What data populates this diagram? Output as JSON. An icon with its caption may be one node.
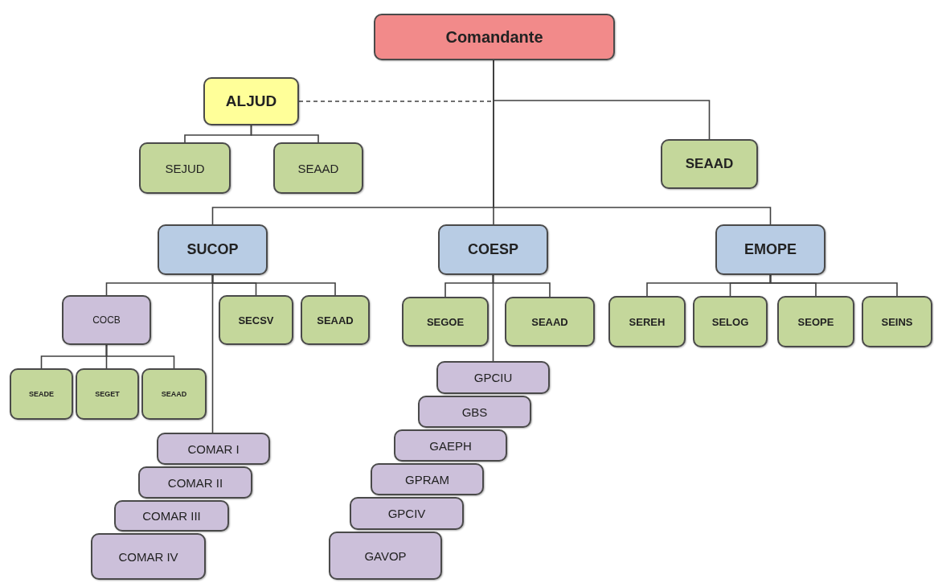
{
  "diagram": {
    "nodes": [
      {
        "text": [
          "Comandante"
        ]
      },
      {
        "text": [
          "ALJUD"
        ]
      },
      {
        "text": [
          "SEJUD"
        ]
      },
      {
        "text": [
          "SEAAD"
        ]
      },
      {
        "text": [
          "SEAAD"
        ]
      },
      {
        "text": [
          "SUCOP"
        ]
      },
      {
        "text": [
          "COESP"
        ]
      },
      {
        "text": [
          "EMOPE"
        ]
      },
      {
        "text": [
          "COCB"
        ]
      },
      {
        "text": [
          "SEADE"
        ]
      },
      {
        "text": [
          "SEGET"
        ]
      },
      {
        "text": [
          "SEAAD"
        ]
      },
      {
        "text": [
          "SECSV"
        ]
      },
      {
        "text": [
          "SEAAD"
        ]
      },
      {
        "text": [
          "SEGOE"
        ]
      },
      {
        "text": [
          "SEAAD"
        ]
      },
      {
        "text": [
          "SEREH"
        ]
      },
      {
        "text": [
          "SELOG"
        ]
      },
      {
        "text": [
          "SEOPE"
        ]
      },
      {
        "text": [
          "SEINS"
        ]
      },
      {
        "text": [
          "COMAR I"
        ]
      },
      {
        "text": [
          "COMAR II"
        ]
      },
      {
        "text": [
          "COMAR III"
        ]
      },
      {
        "text": [
          "COMAR IV"
        ]
      },
      {
        "text": [
          "GPCIU"
        ]
      },
      {
        "text": [
          "GBS"
        ]
      },
      {
        "text": [
          "GAEPH"
        ]
      },
      {
        "text": [
          "GPRAM"
        ]
      },
      {
        "text": [
          "GPCIV"
        ]
      },
      {
        "text": [
          "GAVOP"
        ]
      }
    ],
    "edges": [
      {
        "from": 1,
        "to": 0,
        "arrow": "none",
        "style": "dashed"
      },
      {
        "from": 0,
        "to": 4,
        "arrow": "none"
      },
      {
        "from": 0,
        "to": 5,
        "arrow": "none"
      },
      {
        "from": 0,
        "to": 6,
        "arrow": "none"
      },
      {
        "from": 0,
        "to": 7,
        "arrow": "none"
      },
      {
        "from": 1,
        "to": 2,
        "arrow": "none"
      },
      {
        "from": 1,
        "to": 3,
        "arrow": "none"
      },
      {
        "from": 5,
        "to": 8,
        "arrow": "none"
      },
      {
        "from": 5,
        "to": 12,
        "arrow": "none"
      },
      {
        "from": 5,
        "to": 13,
        "arrow": "none"
      },
      {
        "from": 5,
        "to": 20,
        "arrow": "none"
      },
      {
        "from": 8,
        "to": 9,
        "arrow": "none"
      },
      {
        "from": 8,
        "to": 10,
        "arrow": "none"
      },
      {
        "from": 8,
        "to": 11,
        "arrow": "none"
      },
      {
        "from": 6,
        "to": 14,
        "arrow": "none"
      },
      {
        "from": 6,
        "to": 15,
        "arrow": "none"
      },
      {
        "from": 6,
        "to": 24,
        "arrow": "none"
      },
      {
        "from": 7,
        "to": 16,
        "arrow": "none"
      },
      {
        "from": 7,
        "to": 17,
        "arrow": "none"
      },
      {
        "from": 7,
        "to": 18,
        "arrow": "none"
      },
      {
        "from": 7,
        "to": 19,
        "arrow": "none"
      }
    ]
  }
}
